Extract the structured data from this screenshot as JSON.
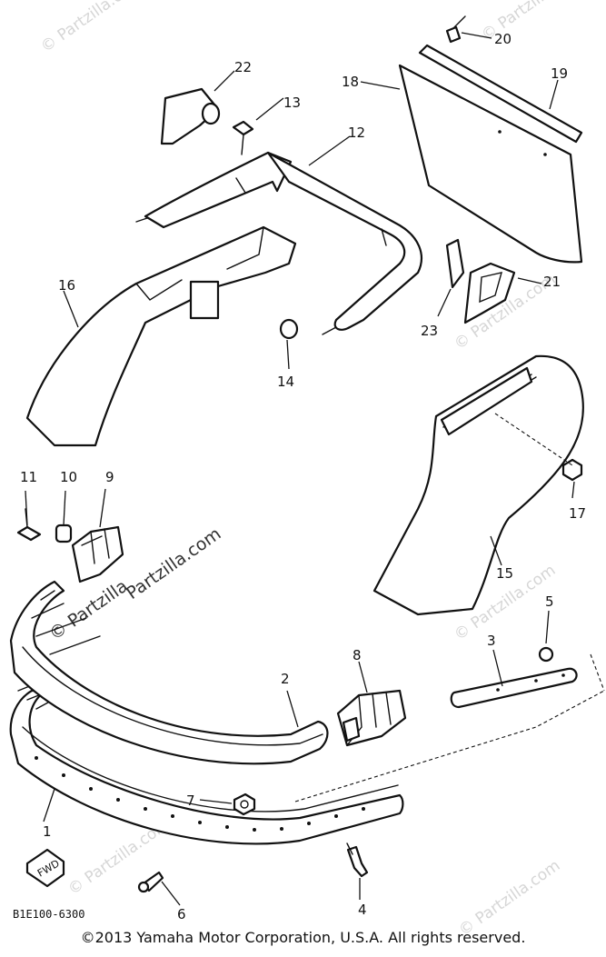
{
  "part_numbers": [
    "1",
    "2",
    "3",
    "4",
    "5",
    "6",
    "7",
    "8",
    "9",
    "10",
    "11",
    "12",
    "13",
    "14",
    "15",
    "16",
    "17",
    "18",
    "19",
    "20",
    "21",
    "22",
    "23"
  ],
  "fwd_label": "FWD",
  "diagram_code": "B1E100-6300",
  "copyright": "©2013 Yamaha Motor Corporation, U.S.A. All rights reserved.",
  "watermarks": {
    "small": "© Partzilla.com",
    "center": "Partzilla.com",
    "center_prefix": "© Partzilla"
  }
}
